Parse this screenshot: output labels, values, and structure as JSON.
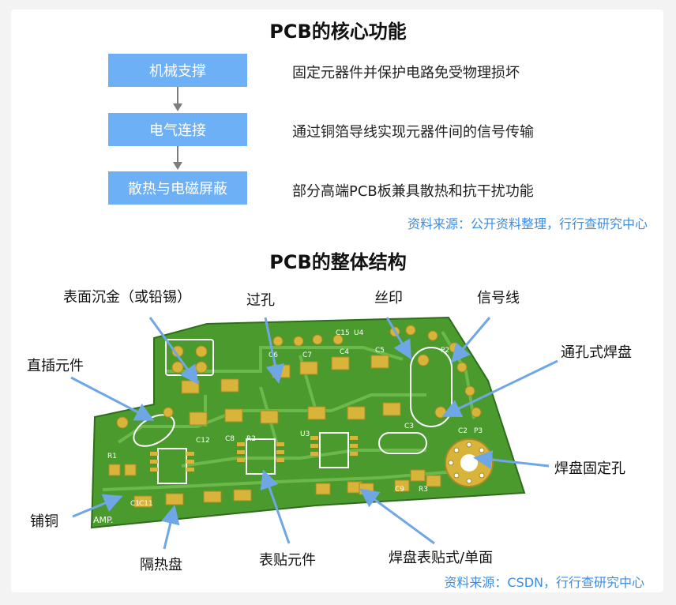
{
  "top": {
    "title": "PCB的核心功能",
    "functions": [
      {
        "name": "机械支撑",
        "desc": "固定元器件并保护电路免受物理损坏"
      },
      {
        "name": "电气连接",
        "desc": "通过铜箔导线实现元器件间的信号传输"
      },
      {
        "name": "散热与电磁屏蔽",
        "desc": "部分高端PCB板兼具散热和抗干扰功能"
      }
    ],
    "source": "资料来源：公开资料整理，行行查研究中心"
  },
  "bottom": {
    "title": "PCB的整体结构",
    "labels": {
      "surface_finish": "表面沉金（或铅锡）",
      "via": "过孔",
      "silkscreen": "丝印",
      "signal_line": "信号线",
      "through_hole_component": "直插元件",
      "through_hole_pad": "通孔式焊盘",
      "pad_mount_hole": "焊盘固定孔",
      "copper_pour": "铺铜",
      "thermal_pad": "隔热盘",
      "smd_component": "表贴元件",
      "smd_pad": "焊盘表贴式/单面"
    },
    "source": "资料来源：CSDN，行行查研究中心",
    "board_silk": [
      "C12",
      "C8",
      "R2",
      "U3",
      "C1",
      "C2",
      "P3",
      "C3",
      "C9",
      "R3",
      "R1",
      "C11",
      "C7",
      "C5",
      "C4",
      "C6",
      "C15",
      "U4",
      "P2",
      "AMP."
    ]
  },
  "colors": {
    "box": "#6eb0f5",
    "arrow": "#7d7d7d",
    "callout": "#6fa6e6",
    "board": "#4a9a2e",
    "pad": "#d8b43a",
    "source": "#3a8ee6"
  }
}
